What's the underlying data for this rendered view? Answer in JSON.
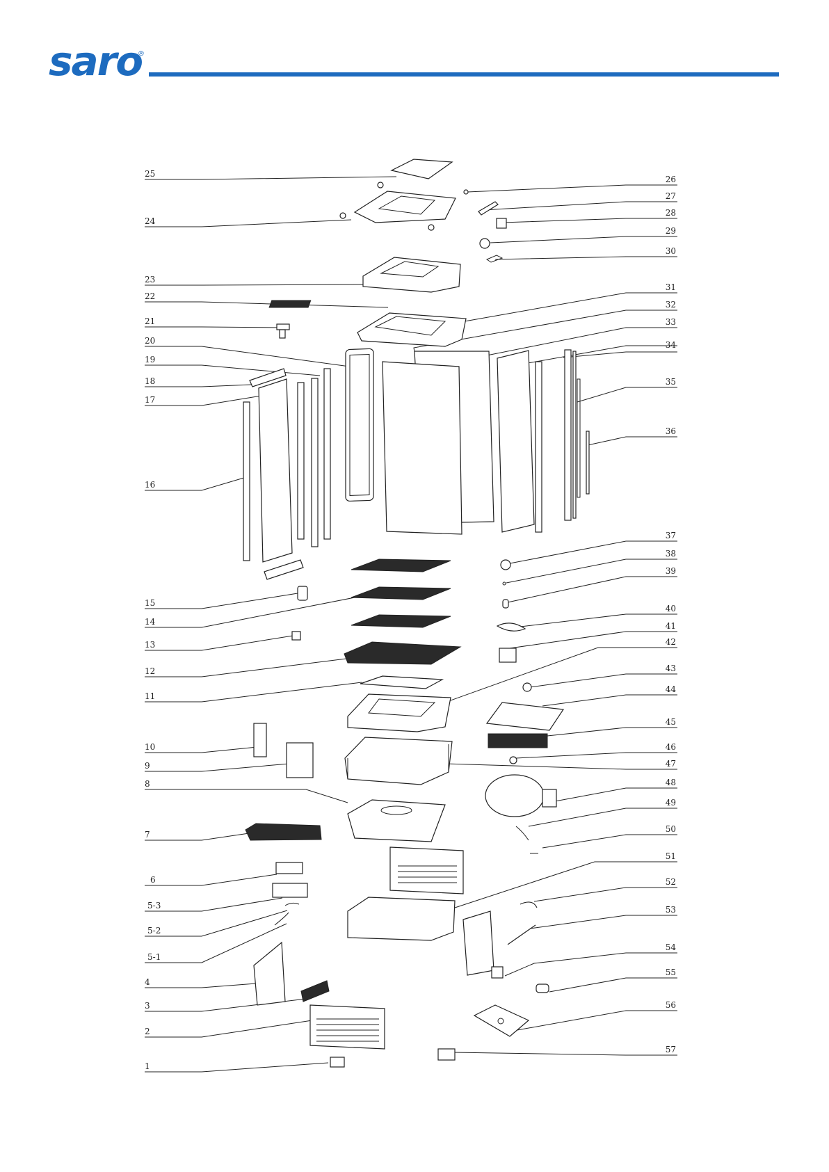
{
  "brand": {
    "name": "saro",
    "registered_mark": "®",
    "color": "#1d6bbf"
  },
  "labels_left": [
    "25",
    "24",
    "23",
    "22",
    "21",
    "20",
    "19",
    "18",
    "17",
    "16",
    "15",
    "14",
    "13",
    "12",
    "11",
    "10",
    "9",
    "8",
    "7",
    "6",
    "5-3",
    "5-2",
    "5-1",
    "4",
    "3",
    "2",
    "1"
  ],
  "labels_right": [
    "26",
    "27",
    "28",
    "29",
    "30",
    "31",
    "32",
    "33",
    "34",
    "35",
    "36",
    "37",
    "38",
    "39",
    "40",
    "41",
    "42",
    "43",
    "44",
    "45",
    "46",
    "47",
    "48",
    "49",
    "50",
    "51",
    "52",
    "53",
    "54",
    "55",
    "56",
    "57"
  ]
}
